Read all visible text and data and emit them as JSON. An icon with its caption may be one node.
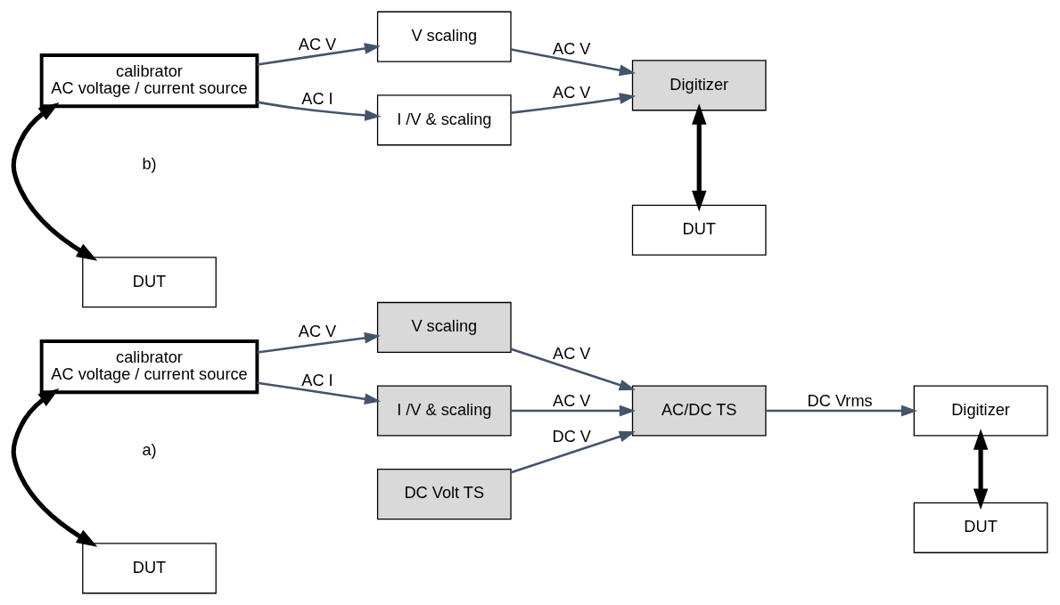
{
  "diagram": {
    "nodes": [
      {
        "text": [
          "DUT"
        ]
      },
      {
        "text": [
          "calibrator",
          "AC voltage / current source"
        ]
      },
      {
        "text": [
          "DC Volt TS"
        ]
      },
      {
        "text": [
          "V scaling"
        ]
      },
      {
        "text": [
          "I /V & scaling"
        ]
      },
      {
        "text": [
          "AC/DC TS"
        ]
      },
      {
        "text": [
          "Digitizer"
        ]
      },
      {
        "text": [
          "DUT"
        ]
      },
      {
        "text": [
          "DUT"
        ]
      },
      {
        "text": [
          "calibrator",
          "AC voltage / current source"
        ]
      },
      {
        "text": [
          "V scaling"
        ]
      },
      {
        "text": [
          "I /V & scaling"
        ]
      },
      {
        "text": [
          "Digitizer"
        ]
      },
      {
        "text": [
          "DUT"
        ]
      }
    ],
    "edges": [
      {
        "from": 0,
        "to": 1,
        "arrow": "both",
        "style": "thick",
        "color": "#000000"
      },
      {
        "from": 1,
        "to": 3,
        "arrow": "to",
        "label": "AC V"
      },
      {
        "from": 1,
        "to": 4,
        "arrow": "to",
        "label": "AC I"
      },
      {
        "from": 2,
        "to": 5,
        "arrow": "to",
        "label": "DC V"
      },
      {
        "from": 3,
        "to": 5,
        "arrow": "to",
        "label": "AC V"
      },
      {
        "from": 4,
        "to": 5,
        "arrow": "to",
        "label": "AC V"
      },
      {
        "from": 5,
        "to": 6,
        "arrow": "to",
        "label": "DC Vrms"
      },
      {
        "from": 6,
        "to": 7,
        "arrow": "both",
        "style": "thick",
        "color": "#000000"
      },
      {
        "from": 8,
        "to": 9,
        "arrow": "both",
        "style": "thick",
        "color": "#000000"
      },
      {
        "from": 9,
        "to": 10,
        "arrow": "to",
        "label": "AC V"
      },
      {
        "from": 9,
        "to": 11,
        "arrow": "to",
        "label": "AC I"
      },
      {
        "from": 10,
        "to": 12,
        "arrow": "to",
        "label": "AC V"
      },
      {
        "from": 11,
        "to": 12,
        "arrow": "to",
        "label": "AC V"
      },
      {
        "from": 12,
        "to": 13,
        "arrow": "both",
        "style": "thick",
        "color": "#000000"
      }
    ],
    "labels": [
      "a)",
      "b)"
    ]
  }
}
